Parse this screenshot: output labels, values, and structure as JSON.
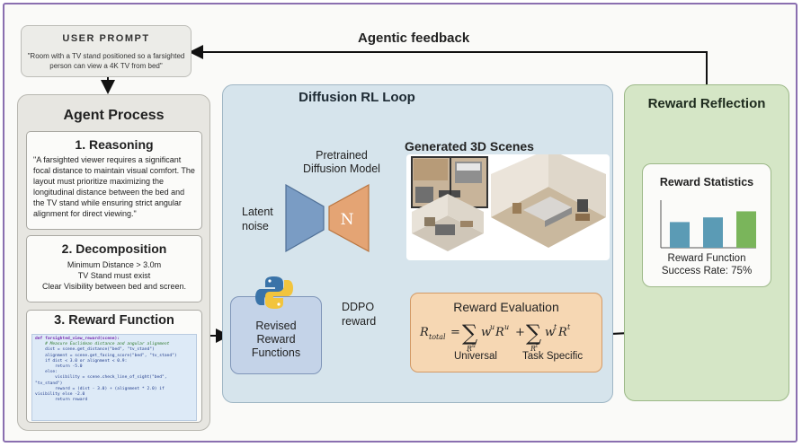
{
  "user_prompt": {
    "title": "USER PROMPT",
    "text": "\"Room with a TV stand positioned so a farsighted person can view a 4K TV from bed\""
  },
  "agentic_feedback_label": "Agentic feedback",
  "agent_process": {
    "title": "Agent Process",
    "reasoning": {
      "heading": "1. Reasoning",
      "text": "\"A farsighted viewer requires a significant focal distance to maintain visual comfort. The layout must prioritize maximizing the longitudinal distance between the bed and the TV stand while ensuring strict angular alignment for direct viewing.\""
    },
    "decomposition": {
      "heading": "2. Decomposition",
      "lines": [
        "Minimum Distance > 3.0m",
        "TV Stand must exist",
        "Clear Visibility between bed and screen."
      ]
    },
    "reward_function": {
      "heading": "3. Reward Function",
      "code": [
        "def farsighted_view_reward(scene):",
        "    # Measure Euclidean distance and angular alignment",
        "    dist = scene.get_distance(\"bed\", \"tv_stand\")",
        "    alignment = scene.get_facing_score(\"bed\", \"tv_stand\")",
        "",
        "    if dist < 3.0 or alignment < 0.9:",
        "        return -5.0",
        "    else:",
        "        visibility = scene.check_line_of_sight(\"bed\",",
        "\"tv_stand\")",
        "        reward = (dist - 3.0) + (alignment * 2.0) if",
        "visibility else -2.0",
        "        return reward"
      ]
    }
  },
  "diffusion_loop": {
    "title": "Diffusion RL Loop",
    "latent_noise": [
      "Latent",
      "noise"
    ],
    "pretrained_model": [
      "Pretrained",
      "Diffusion Model"
    ],
    "model_letter": "N",
    "generated_scenes": "Generated 3D Scenes",
    "ddpo_reward": [
      "DDPO",
      "reward"
    ],
    "revised": [
      "Revised",
      "Reward",
      "Functions"
    ],
    "reward_evaluation": {
      "title": "Reward Evaluation",
      "formula_lhs": "R",
      "formula_lhs_sub": "total",
      "sum1_term": "w",
      "sum1_sup": "u",
      "sum1_R": "R",
      "sum1_R_sup": "u",
      "sum1_sub": "R",
      "sum1_sub_sup": "u",
      "sum2_term": "w",
      "sum2_sup": "t",
      "sum2_R": "R",
      "sum2_R_sup": "t",
      "sum2_sub": "R",
      "sum2_sub_sup": "t",
      "label_universal": "Universal",
      "label_task": "Task Specific"
    }
  },
  "reward_reflection": {
    "title": "Reward Reflection",
    "stats_title": "Reward Statistics",
    "bars": [
      {
        "value": 0.55,
        "color": "#5b9bb5"
      },
      {
        "value": 0.65,
        "color": "#5b9bb5"
      },
      {
        "value": 0.78,
        "color": "#7ab55b"
      }
    ],
    "success_line1": "Reward Function",
    "success_line2": "Success Rate: 75%"
  },
  "colors": {
    "frame": "#8a6fb0",
    "loop_bg": "#d6e4ec",
    "reflection_bg": "#d5e6c6",
    "reward_eval_bg": "#f6d7b3",
    "model_encoder": "#7a9cc4",
    "model_decoder": "#e4a474"
  },
  "icons": [
    "python-logo-icon"
  ]
}
